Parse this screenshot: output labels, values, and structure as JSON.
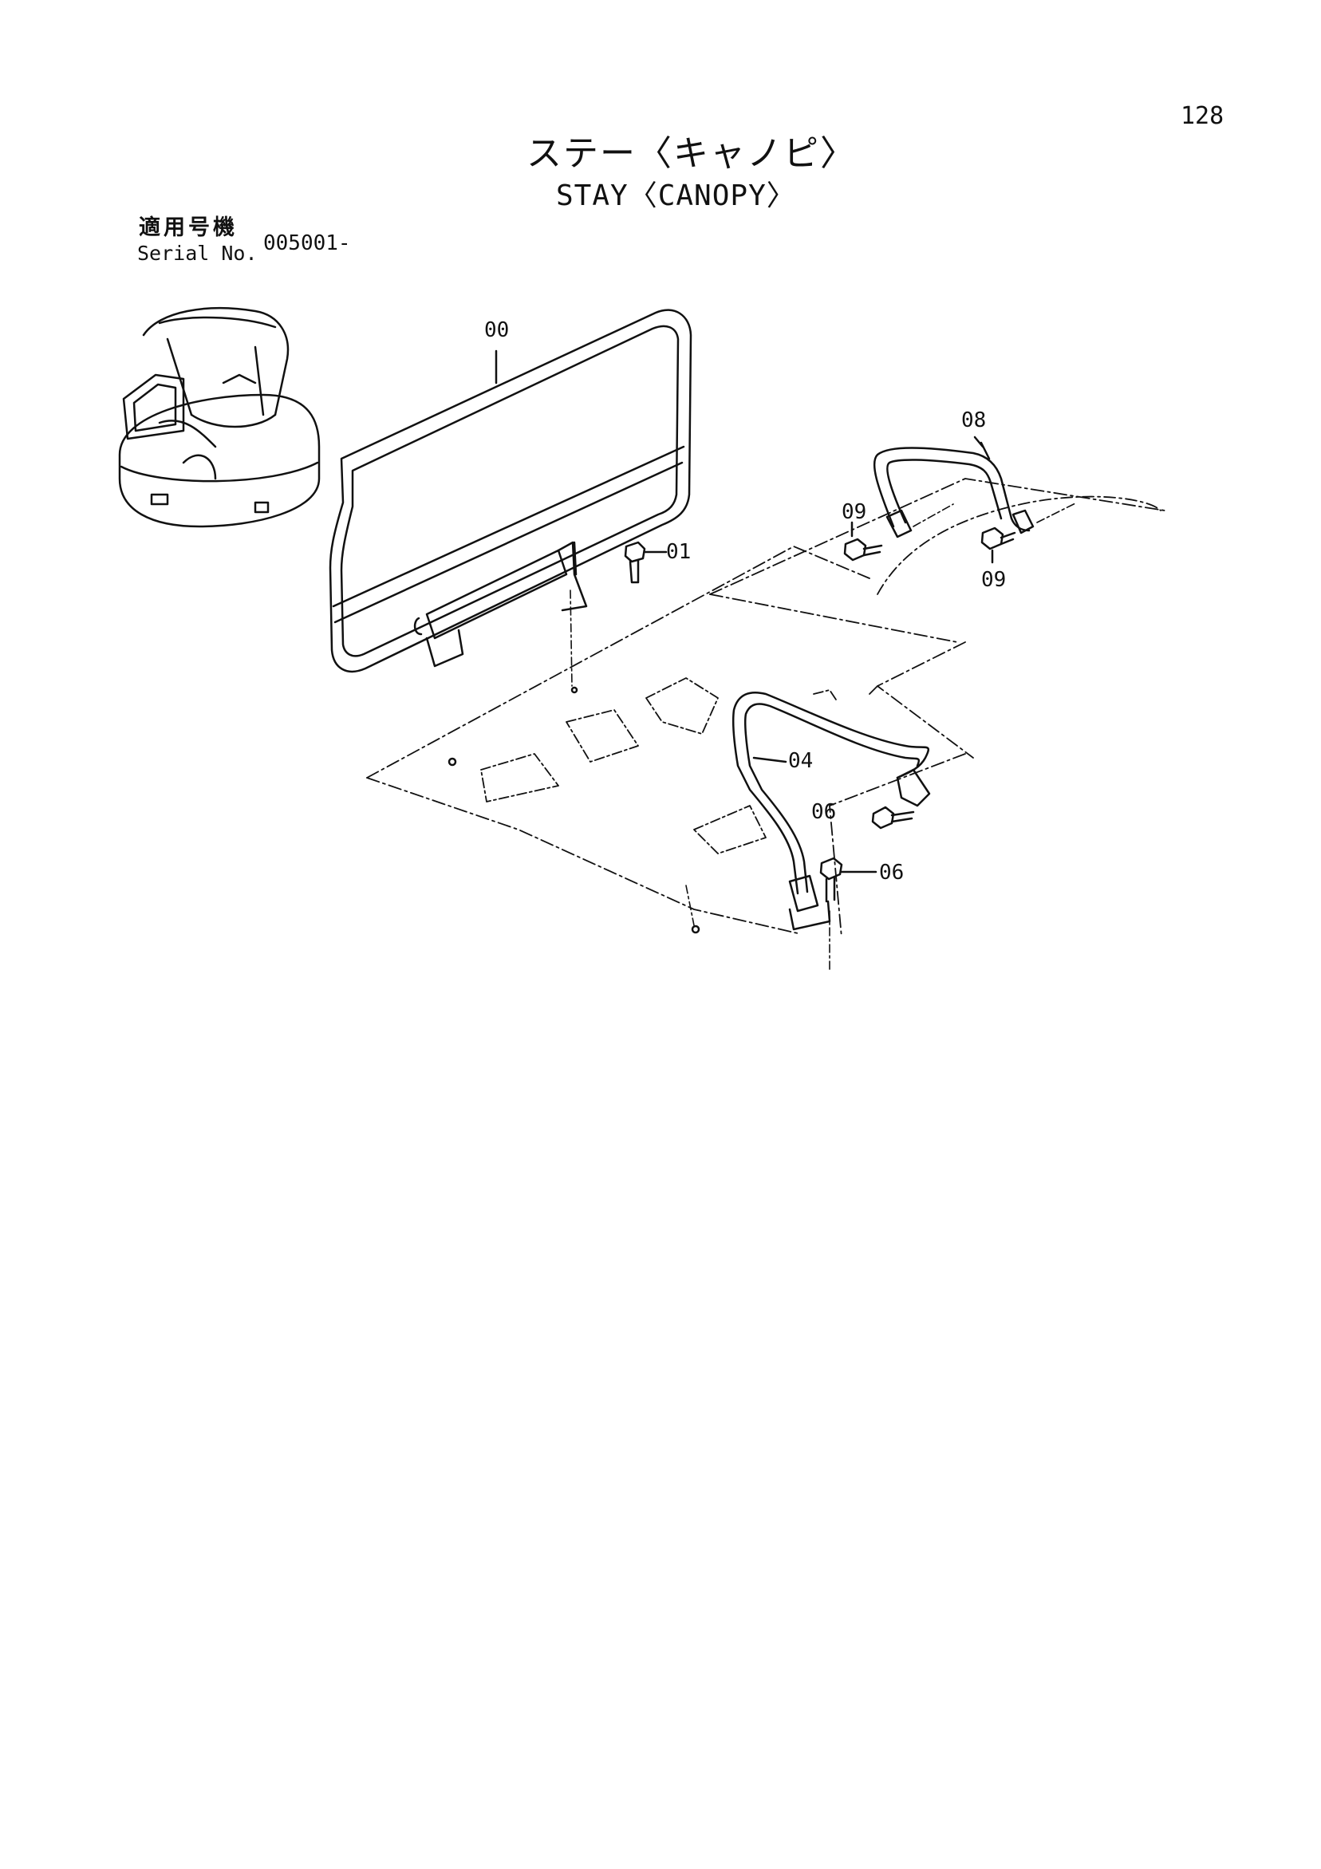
{
  "page_number": "128",
  "title_jp": "ステー〈キャノピ〉",
  "title_en": "STAY〈CANOPY〉",
  "serial": {
    "label_jp": "適用号機",
    "label_en": "Serial No.",
    "range": "005001-"
  },
  "callouts": {
    "c00": "00",
    "c01": "01",
    "c04": "04",
    "c06a": "06",
    "c06b": "06",
    "c08": "08",
    "c09a": "09",
    "c09b": "09"
  }
}
